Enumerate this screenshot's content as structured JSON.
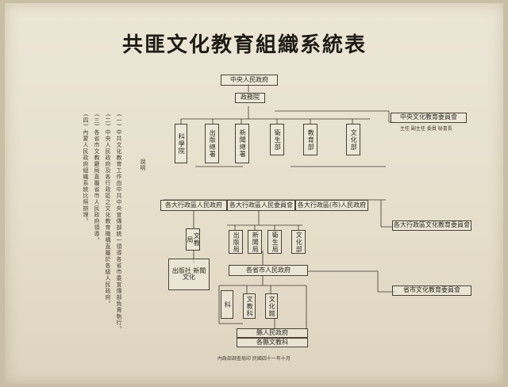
{
  "title": "共匪文化教育組織系統表",
  "top": {
    "gov": "中央人民政府",
    "state_council": "政務院"
  },
  "right_committees": {
    "central": "中央文化教育委員會",
    "central_sub": "主任 副主任 委員 秘書長",
    "large_region": "各大行政區文化教育委員會",
    "province_city": "省市文化教育委員會"
  },
  "ministries": [
    "科學院",
    "出版總署",
    "新聞總署",
    "衛生部",
    "教育部",
    "文化部"
  ],
  "regions": {
    "left": "各大行政區人民政府",
    "middle": "各大行政區人民委員會",
    "right": "各大行政區(市)人民政府"
  },
  "prov_city_gov": "各省市人民政府",
  "prov_depts": [
    "出版局",
    "新聞局",
    "衛生局",
    "文化部"
  ],
  "left_small": {
    "a": "文教局",
    "b": "出版社 新聞 文化"
  },
  "county": {
    "gov": "縣人民政府",
    "note": "各縣文教科"
  },
  "bottom_small": [
    "科",
    "文教科",
    "文化館"
  ],
  "notes_label": "說明",
  "notes": [
    "(一) 中共文化教育工作由中共中央宣傳部統一領導各省市委宣傳部負責執行。",
    "(二) 中央人民政府及各行政區之文化教育機構直屬於各級人民政府。",
    "(三) 各省市文教廳局直屬省市人民政府領導。",
    "(四) 內蒙人民政府組織系統比照辦理。"
  ],
  "footer": "內政部調查局印 民國四十一年十月"
}
